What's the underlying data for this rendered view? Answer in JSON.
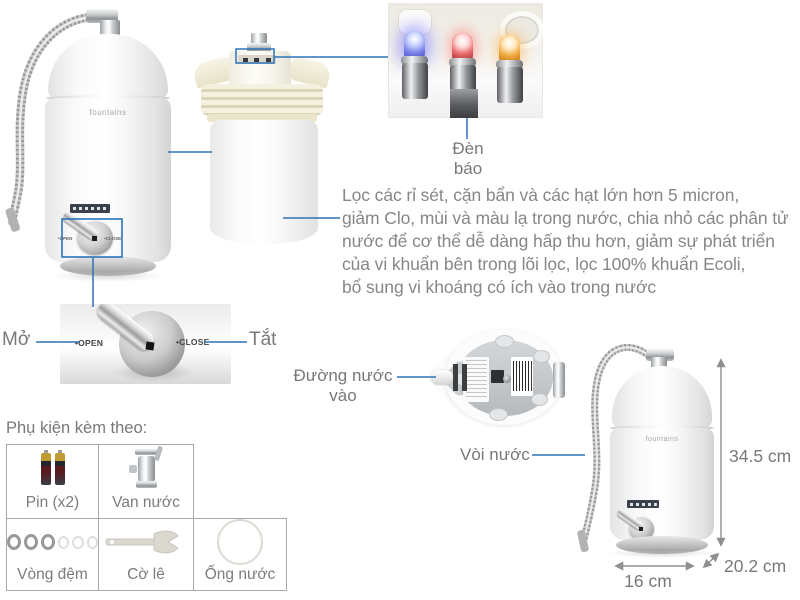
{
  "product": {
    "brand": "fountains",
    "valve_open_marking": "•OPEN",
    "valve_close_marking": "•CLOSE"
  },
  "callouts": {
    "indicator_light": "Đèn báo",
    "open": "Mở",
    "close": "Tắt",
    "water_inlet_line1": "Đường nước",
    "water_inlet_line2": "vào",
    "faucet": "Vòi nước"
  },
  "description": {
    "line1": "Lọc các rỉ sét, cặn bẩn và các hạt lớn hơn 5 micron,",
    "line2": "giảm Clo, mùi và màu lạ trong nước, chia nhỏ các phân tử",
    "line3": "nước để cơ thể dễ dàng hấp thu hơn, giảm sự phát triển",
    "line4": "của vi khuẩn bên trong lõi lọc, lọc 100% khuẩn Ecoli,",
    "line5": "bổ sung vi khoáng có ích vào trong nước"
  },
  "accessories": {
    "heading": "Phụ kiện kèm theo:",
    "items": [
      {
        "label": "Pin (x2)",
        "icon": "battery-icon"
      },
      {
        "label": "Van nước",
        "icon": "water-valve-icon"
      },
      {
        "label": "Vòng đệm",
        "icon": "washer-rings-icon"
      },
      {
        "label": "Cờ lê",
        "icon": "wrench-icon"
      },
      {
        "label": "Ống nước",
        "icon": "water-tube-icon"
      }
    ]
  },
  "dimensions": {
    "height": "34.5 cm",
    "width": "16 cm",
    "depth": "20.2 cm"
  },
  "colors": {
    "callout_blue": "#2e72b8",
    "label_gray": "#77787b",
    "description_gray": "#85878a",
    "dimension_arrow_gray": "#8f8f8f",
    "led_blue": "#4a4fc6",
    "led_red": "#a82f3e",
    "led_orange": "#bd761a"
  }
}
